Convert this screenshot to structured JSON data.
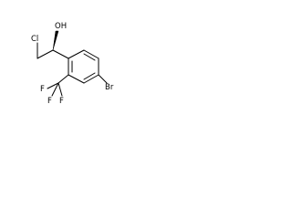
{
  "molecule": {
    "labels": {
      "hydroxyl": "OH",
      "chlorine": "Cl",
      "bromine": "Br",
      "fluorine_1": "F",
      "fluorine_2": "F",
      "fluorine_3": "F"
    },
    "stereo_bond": "wedge"
  }
}
